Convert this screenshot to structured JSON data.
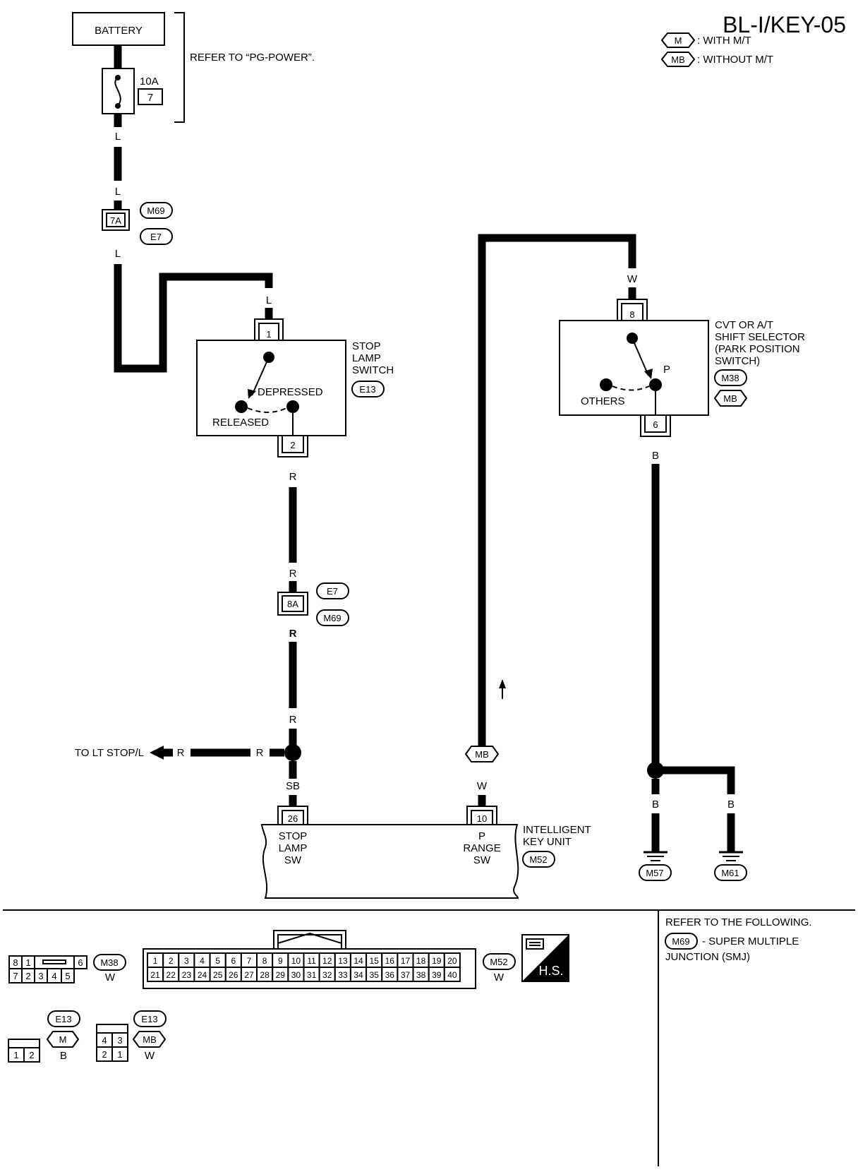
{
  "header": {
    "page_code": "BL-I/KEY-05"
  },
  "legend": [
    {
      "tag": "M",
      "text": ": WITH M/T"
    },
    {
      "tag": "MB",
      "text": ": WITHOUT M/T"
    }
  ],
  "battery": {
    "label": "BATTERY",
    "fuse_rating": "10A",
    "fuse_number": "7",
    "refer_text": "REFER TO “PG-POWER”."
  },
  "wire_colors": {
    "l": "L",
    "r": "R",
    "sb": "SB",
    "w": "W",
    "b": "B"
  },
  "connectors": {
    "m69": "M69",
    "e7": "E7",
    "e13": "E13",
    "m38": "M38",
    "mb": "MB",
    "m52": "M52",
    "m57": "M57",
    "m61": "M61",
    "m": "M"
  },
  "pins": {
    "p7a": "7A",
    "p8a": "8A",
    "p1": "1",
    "p2": "2",
    "p8": "8",
    "p6": "6",
    "p26": "26",
    "p10": "10"
  },
  "stop_lamp_switch": {
    "title_1": "STOP",
    "title_2": "LAMP",
    "title_3": "SWITCH",
    "depressed": "DEPRESSED",
    "released": "RELEASED"
  },
  "shift_selector": {
    "title_1": "CVT OR A/T",
    "title_2": "SHIFT SELECTOR",
    "title_3": "(PARK POSITION",
    "title_4": "SWITCH)",
    "p": "P",
    "others": "OTHERS"
  },
  "lt_stop": "TO LT STOP/L",
  "key_unit": {
    "name_1": "INTELLIGENT",
    "name_2": "KEY UNIT",
    "stop_1": "STOP",
    "stop_2": "LAMP",
    "stop_3": "SW",
    "p_1": "P",
    "p_2": "RANGE",
    "p_3": "SW"
  },
  "connector_views": {
    "m38_row1": [
      "8",
      "1",
      "",
      "6"
    ],
    "m38_row2": [
      "7",
      "2",
      "3",
      "4",
      "5"
    ],
    "m52_row1": [
      "1",
      "2",
      "3",
      "4",
      "5",
      "6",
      "7",
      "8",
      "9",
      "10",
      "11",
      "12",
      "13",
      "14",
      "15",
      "16",
      "17",
      "18",
      "19",
      "20"
    ],
    "m52_row2": [
      "21",
      "22",
      "23",
      "24",
      "25",
      "26",
      "27",
      "28",
      "29",
      "30",
      "31",
      "32",
      "33",
      "34",
      "35",
      "36",
      "37",
      "38",
      "39",
      "40"
    ],
    "e13m": [
      "1",
      "2"
    ],
    "e13mb_row1": [
      "4",
      "3"
    ],
    "e13mb_row2": [
      "2",
      "1"
    ],
    "hs": "H.S."
  },
  "refer": {
    "line1": "REFER TO THE FOLLOWING.",
    "tag": "M69",
    "line2": "- SUPER MULTIPLE",
    "line3": "JUNCTION (SMJ)"
  }
}
